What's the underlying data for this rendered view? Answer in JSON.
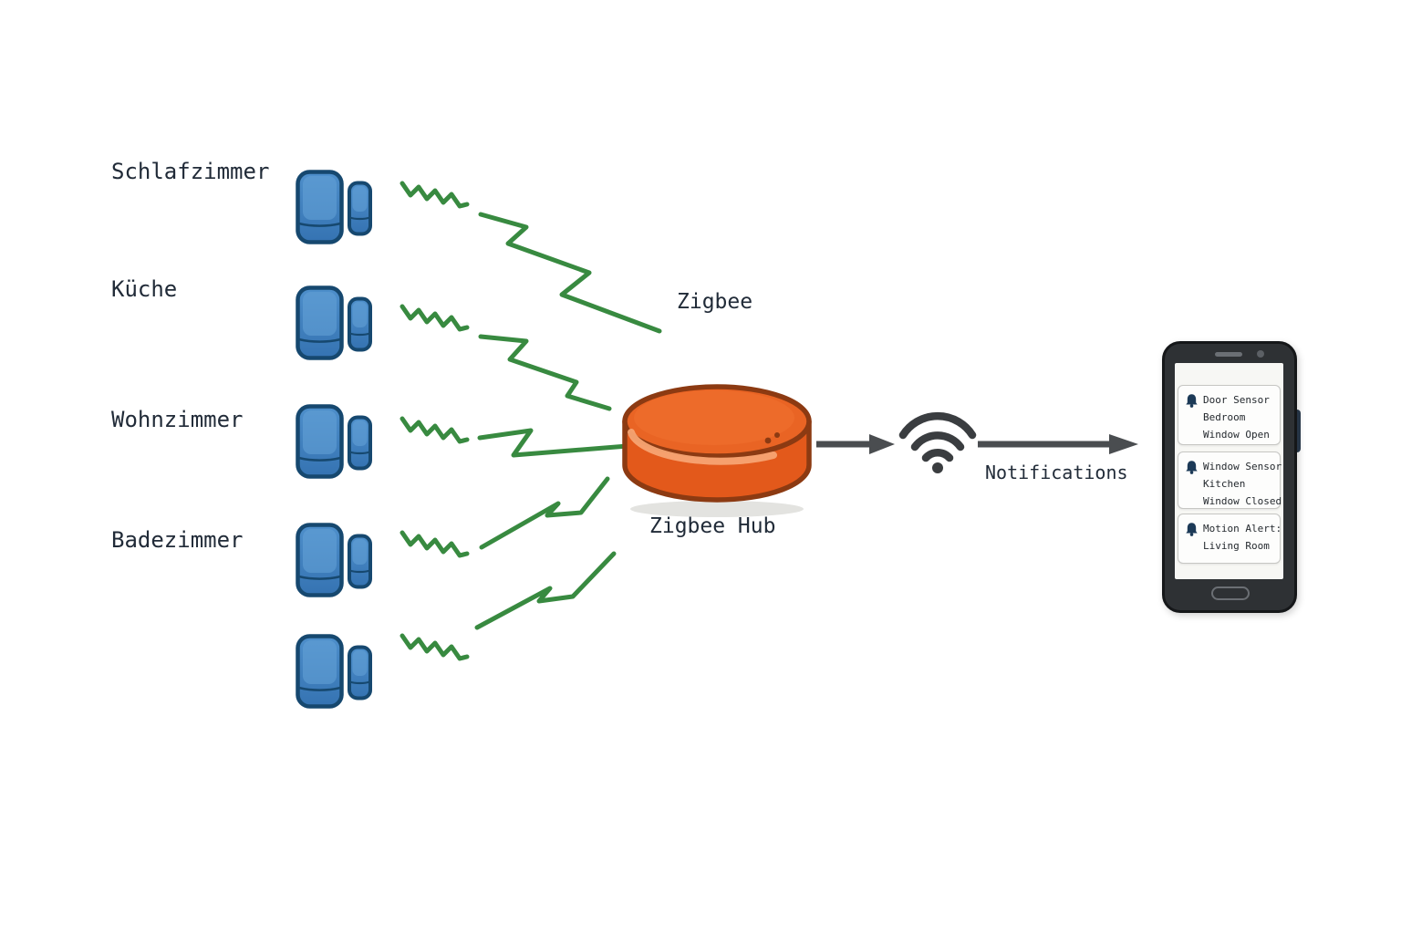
{
  "rooms": [
    {
      "label": "Schlafzimmer"
    },
    {
      "label": "Küche"
    },
    {
      "label": "Wohnzimmer"
    },
    {
      "label": "Badezimmer"
    }
  ],
  "labels": {
    "protocol": "Zigbee",
    "hub": "Zigbee Hub",
    "notifications": "Notifications"
  },
  "phone": {
    "cards": [
      {
        "line1": "Door Sensor",
        "line2": "Bedroom",
        "line3": "Window Open"
      },
      {
        "line1": "Window Sensor",
        "line2": "Kitchen",
        "line3": "Window Closed"
      },
      {
        "line1": "Motion Alert:",
        "line2": "Living Room"
      }
    ]
  },
  "icons": {
    "sensor": "door-window-sensor-icon",
    "hub": "zigbee-hub-icon",
    "signal": "zigzag-signal-line",
    "wifi": "wifi-icon",
    "arrow": "arrow-right-icon",
    "bell": "bell-icon"
  },
  "colors": {
    "sensor_blue": "#3B7CBB",
    "sensor_border": "#16486F",
    "signal_green": "#388A40",
    "hub_orange": "#E96424",
    "hub_border": "#8C3A12",
    "arrow_gray": "#4A4D50",
    "text_dark": "#212B38",
    "bell_navy": "#1C3A57",
    "phone_body": "#2E3134",
    "screen_bg": "#F7F7F4"
  }
}
